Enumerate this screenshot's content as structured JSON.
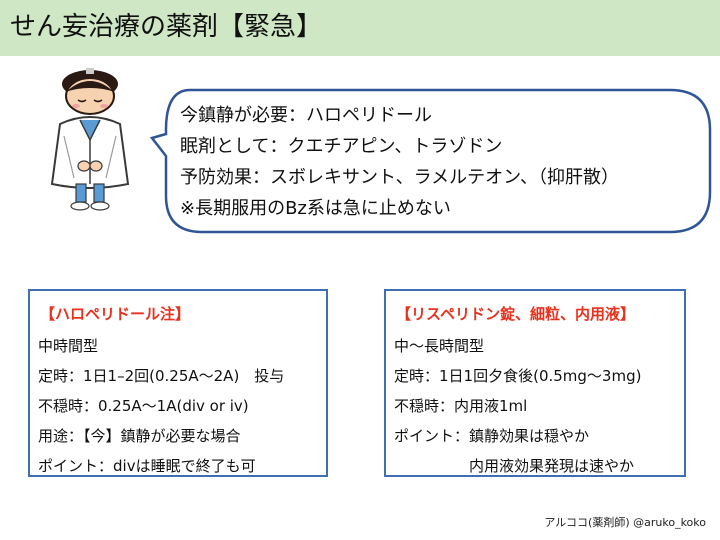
{
  "header": {
    "title": "せん妄治療の薬剤【緊急】"
  },
  "bubble": {
    "lines": [
      "今鎮静が必要：ハロペリドール",
      "眠剤として：クエチアピン、トラゾドン",
      "予防効果：スボレキサント、ラメルテオン、（抑肝散）",
      "※長期服用のBz系は急に止めない"
    ]
  },
  "cards": {
    "left": {
      "heading": "【ハロペリドール注】",
      "lines": [
        "中時間型",
        "定時：1日1–2回(0.25A〜2A)　投与",
        "不穏時：0.25A〜1A(div or iv)",
        "用途：【今】鎮静が必要な場合",
        "ポイント：divは睡眠で終了も可"
      ]
    },
    "right": {
      "heading": "【リスペリドン錠、細粒、内用液】",
      "lines": [
        "中〜長時間型",
        "定時：1日1回夕食後(0.5mg〜3mg)",
        "不穏時：内用液1ml",
        "ポイント：鎮静効果は穏やか",
        "　　　　　内用液効果発現は速やか"
      ]
    }
  },
  "footer": {
    "credit": "アルココ(薬剤師) @aruko_koko"
  },
  "colors": {
    "title_bg": "#cfe7c5",
    "card_border": "#3e6fb5",
    "heading_red": "#e8321e",
    "bubble_border": "#2f5597"
  },
  "icons": {
    "illustration": "nurse-bowing-icon"
  }
}
